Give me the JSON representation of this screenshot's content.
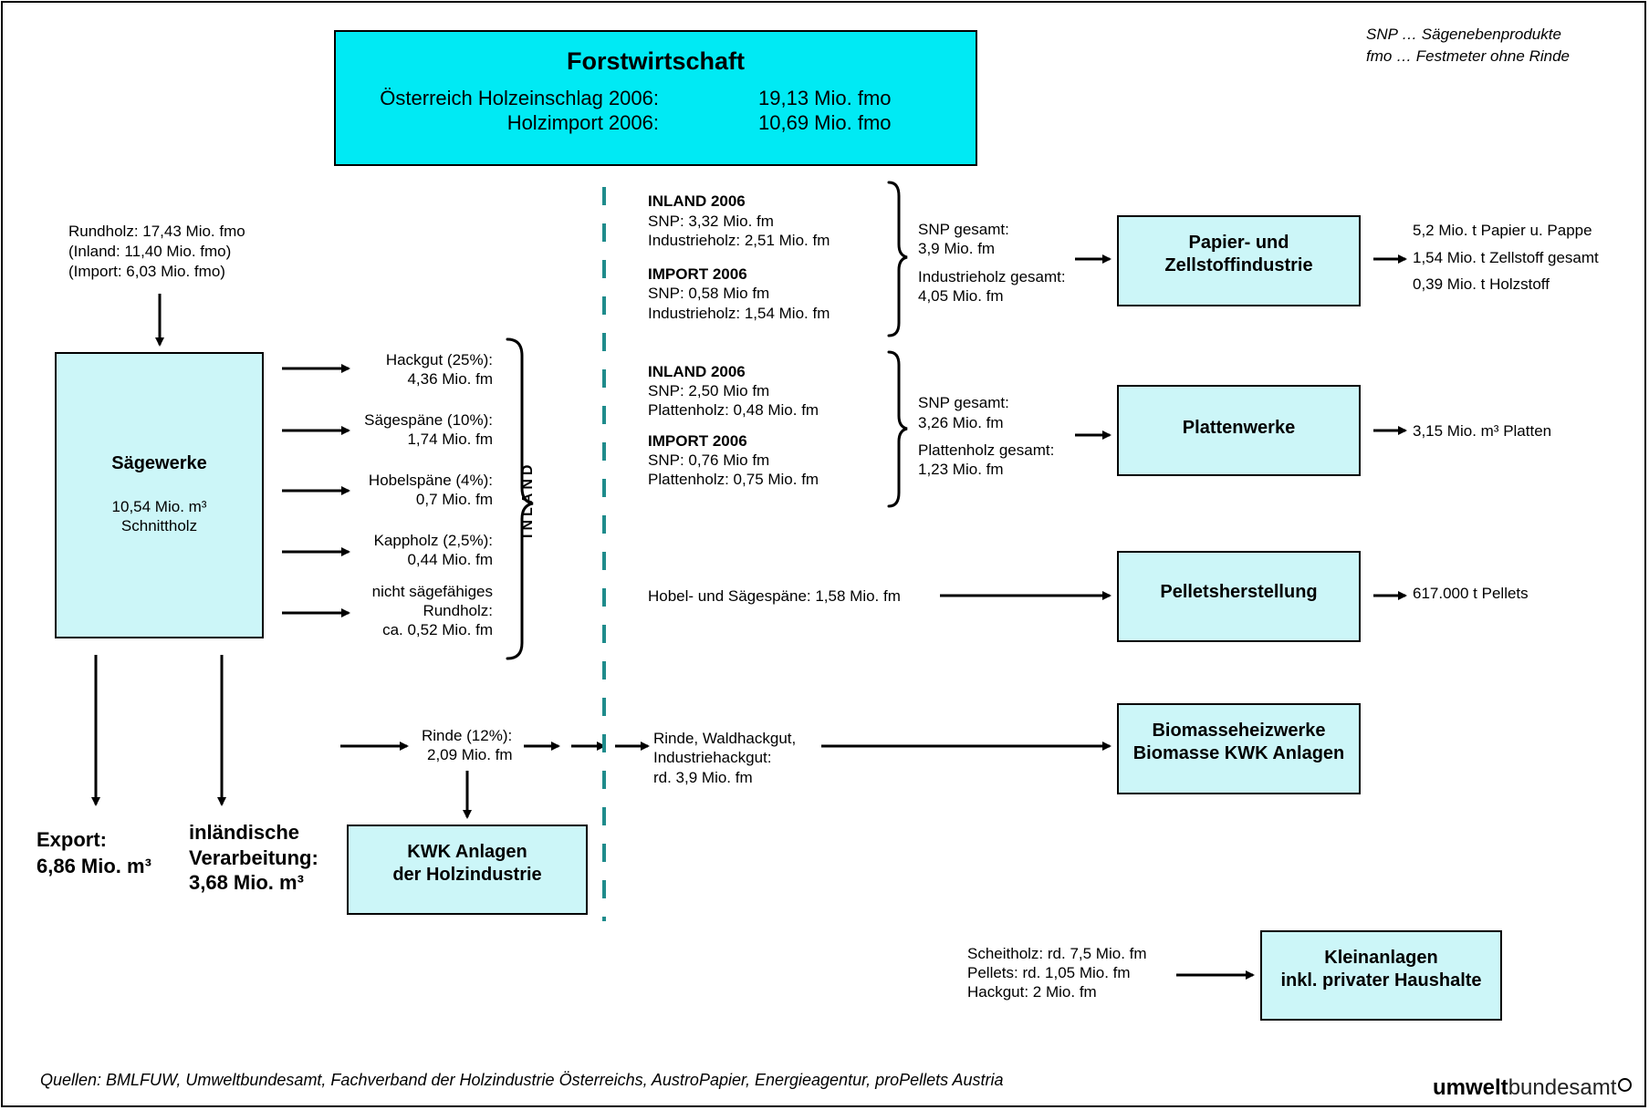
{
  "legend": {
    "snp": "SNP … Sägenebenprodukte",
    "fmo": "fmo … Festmeter ohne Rinde"
  },
  "forst": {
    "title": "Forstwirtschaft",
    "row1_label": "Österreich Holzeinschlag 2006:",
    "row1_value": "19,13 Mio. fmo",
    "row2_label": "Holzimport 2006:",
    "row2_value": "10,69 Mio. fmo"
  },
  "rundholz": [
    "Rundholz: 17,43 Mio. fmo",
    "(Inland: 11,40 Mio. fmo)",
    "(Import: 6,03 Mio. fmo)"
  ],
  "saegewerke": {
    "title": "Sägewerke",
    "line1": "10,54 Mio. m³",
    "line2": "Schnittholz"
  },
  "products": [
    {
      "l1": "Hackgut (25%):",
      "l2": "4,36 Mio. fm"
    },
    {
      "l1": "Sägespäne (10%):",
      "l2": "1,74 Mio. fm"
    },
    {
      "l1": "Hobelspäne (4%):",
      "l2": "0,7 Mio. fm"
    },
    {
      "l1": "Kappholz (2,5%):",
      "l2": "0,44 Mio. fm"
    },
    {
      "l1": "nicht sägefähiges",
      "l2": "Rundholz:",
      "l3": "ca. 0,52 Mio. fm"
    }
  ],
  "inland_label": "INLAND",
  "papier_in": {
    "h1": "INLAND 2006",
    "a1": "SNP: 3,32 Mio. fm",
    "a2": "Industrieholz: 2,51 Mio. fm",
    "h2": "IMPORT 2006",
    "b1": "SNP: 0,58 Mio fm",
    "b2": "Industrieholz: 1,54 Mio. fm"
  },
  "papier_sum": {
    "s1": "SNP gesamt:",
    "s2": "3,9 Mio. fm",
    "s3": "Industrieholz gesamt:",
    "s4": "4,05 Mio. fm"
  },
  "papier_box": {
    "l1": "Papier- und",
    "l2": "Zellstoffindustrie"
  },
  "papier_out": [
    "5,2 Mio. t Papier u. Pappe",
    "1,54 Mio. t Zellstoff gesamt",
    "0,39 Mio. t Holzstoff"
  ],
  "platten_in": {
    "h1": "INLAND 2006",
    "a1": "SNP: 2,50 Mio fm",
    "a2": "Plattenholz: 0,48 Mio. fm",
    "h2": "IMPORT 2006",
    "b1": "SNP: 0,76 Mio fm",
    "b2": "Plattenholz: 0,75 Mio. fm"
  },
  "platten_sum": {
    "s1": "SNP gesamt:",
    "s2": "3,26 Mio. fm",
    "s3": "Plattenholz gesamt:",
    "s4": "1,23 Mio. fm"
  },
  "platten_box": "Plattenwerke",
  "platten_out": "3,15 Mio. m³ Platten",
  "pellets_in": "Hobel- und Sägespäne: 1,58 Mio. fm",
  "pellets_box": "Pelletsherstellung",
  "pellets_out": "617.000 t Pellets",
  "rinde": {
    "l1": "Rinde (12%):",
    "l2": "2,09 Mio. fm"
  },
  "biomasse_in": [
    "Rinde, Waldhackgut,",
    "Industriehackgut:",
    "rd. 3,9 Mio. fm"
  ],
  "biomasse_box": {
    "l1": "Biomasseheizwerke",
    "l2": "Biomasse KWK Anlagen"
  },
  "kwk_box": {
    "l1": "KWK Anlagen",
    "l2": "der Holzindustrie"
  },
  "export": {
    "l1": "Export:",
    "l2": "6,86 Mio. m³"
  },
  "inlaendisch": {
    "l1": "inländische",
    "l2": "Verarbeitung:",
    "l3": "3,68 Mio. m³"
  },
  "klein_in": [
    "Scheitholz: rd. 7,5 Mio. fm",
    "Pellets: rd. 1,05 Mio. fm",
    "Hackgut: 2 Mio. fm"
  ],
  "klein_box": {
    "l1": "Kleinanlagen",
    "l2": "inkl. privater Haushalte"
  },
  "sources": "Quellen: BMLFUW, Umweltbundesamt, Fachverband der Holzindustrie Österreichs, AustroPapier, Energieagentur, proPellets Austria",
  "logo": {
    "bold": "umwelt",
    "light": "bundesamt"
  },
  "colors": {
    "forst_fill": "#00eaf4",
    "box_fill": "#ccf6f8",
    "divider": "#1f8c8c"
  }
}
